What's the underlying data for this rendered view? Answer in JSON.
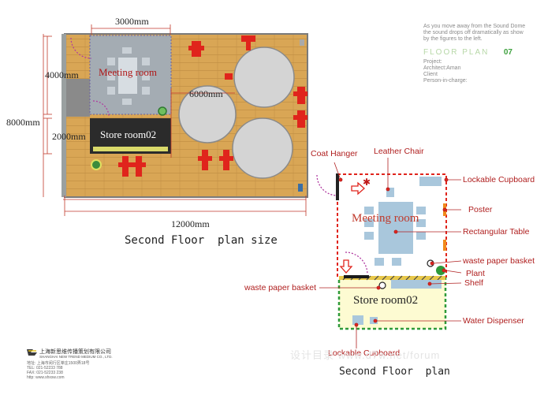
{
  "info_panel": {
    "intro_lines": [
      "As you move away from the Sound Dome",
      "the sound drops off dramatically as show",
      "by the figures to the left."
    ],
    "heading": "FLOOR PLAN",
    "number": "07",
    "project": "Project:",
    "architect": "Architect:Aman",
    "client": "Client",
    "person": "Person-in-charge:"
  },
  "size_plan": {
    "caption": "Second Floor  plan size",
    "dims": {
      "top_width": "3000mm",
      "left_upper": "4000mm",
      "left_lower": "2000mm",
      "overall_height": "8000mm",
      "bottom_width": "12000mm",
      "inner": "6000mm"
    },
    "rooms": {
      "meeting": "Meeting room",
      "store": "Store room02"
    }
  },
  "detail_plan": {
    "caption": "Second Floor  plan",
    "rooms": {
      "meeting": "Meeting room",
      "store": "Store room02"
    },
    "callouts": {
      "coat_hanger": "Coat Hanger",
      "leather_chair": "Leather Chair",
      "lockable_cupboard_top": "Lockable Cupboard",
      "poster": "Poster",
      "rectangular_table": "Rectangular Table",
      "waste_basket_right": "waste paper basket",
      "plant": "Plant",
      "shelf": "Shelf",
      "waste_basket_left": "waste paper basket",
      "water_dispenser": "Water Dispenser",
      "lockable_cupboard_bottom": "Lockable Cupboard"
    }
  },
  "logo": {
    "company_cn": "上海新思维传播策划有限公司",
    "company_en": "SHANGHAI NEW TREND MEDIUM CO., LTD.",
    "address": "地址: 上海市闵行区莘庄1500弄18号",
    "tel": "TEL: 021-52233 788",
    "fax": "FAX: 021-52233 238",
    "web": "http: www.shxsw.com"
  },
  "watermark": "设计目录 www.d7w.net/forum",
  "colors": {
    "red": "#e0241c",
    "wood": "#d9a655",
    "green": "#2e9a3a",
    "blue": "#a9c7dc"
  }
}
